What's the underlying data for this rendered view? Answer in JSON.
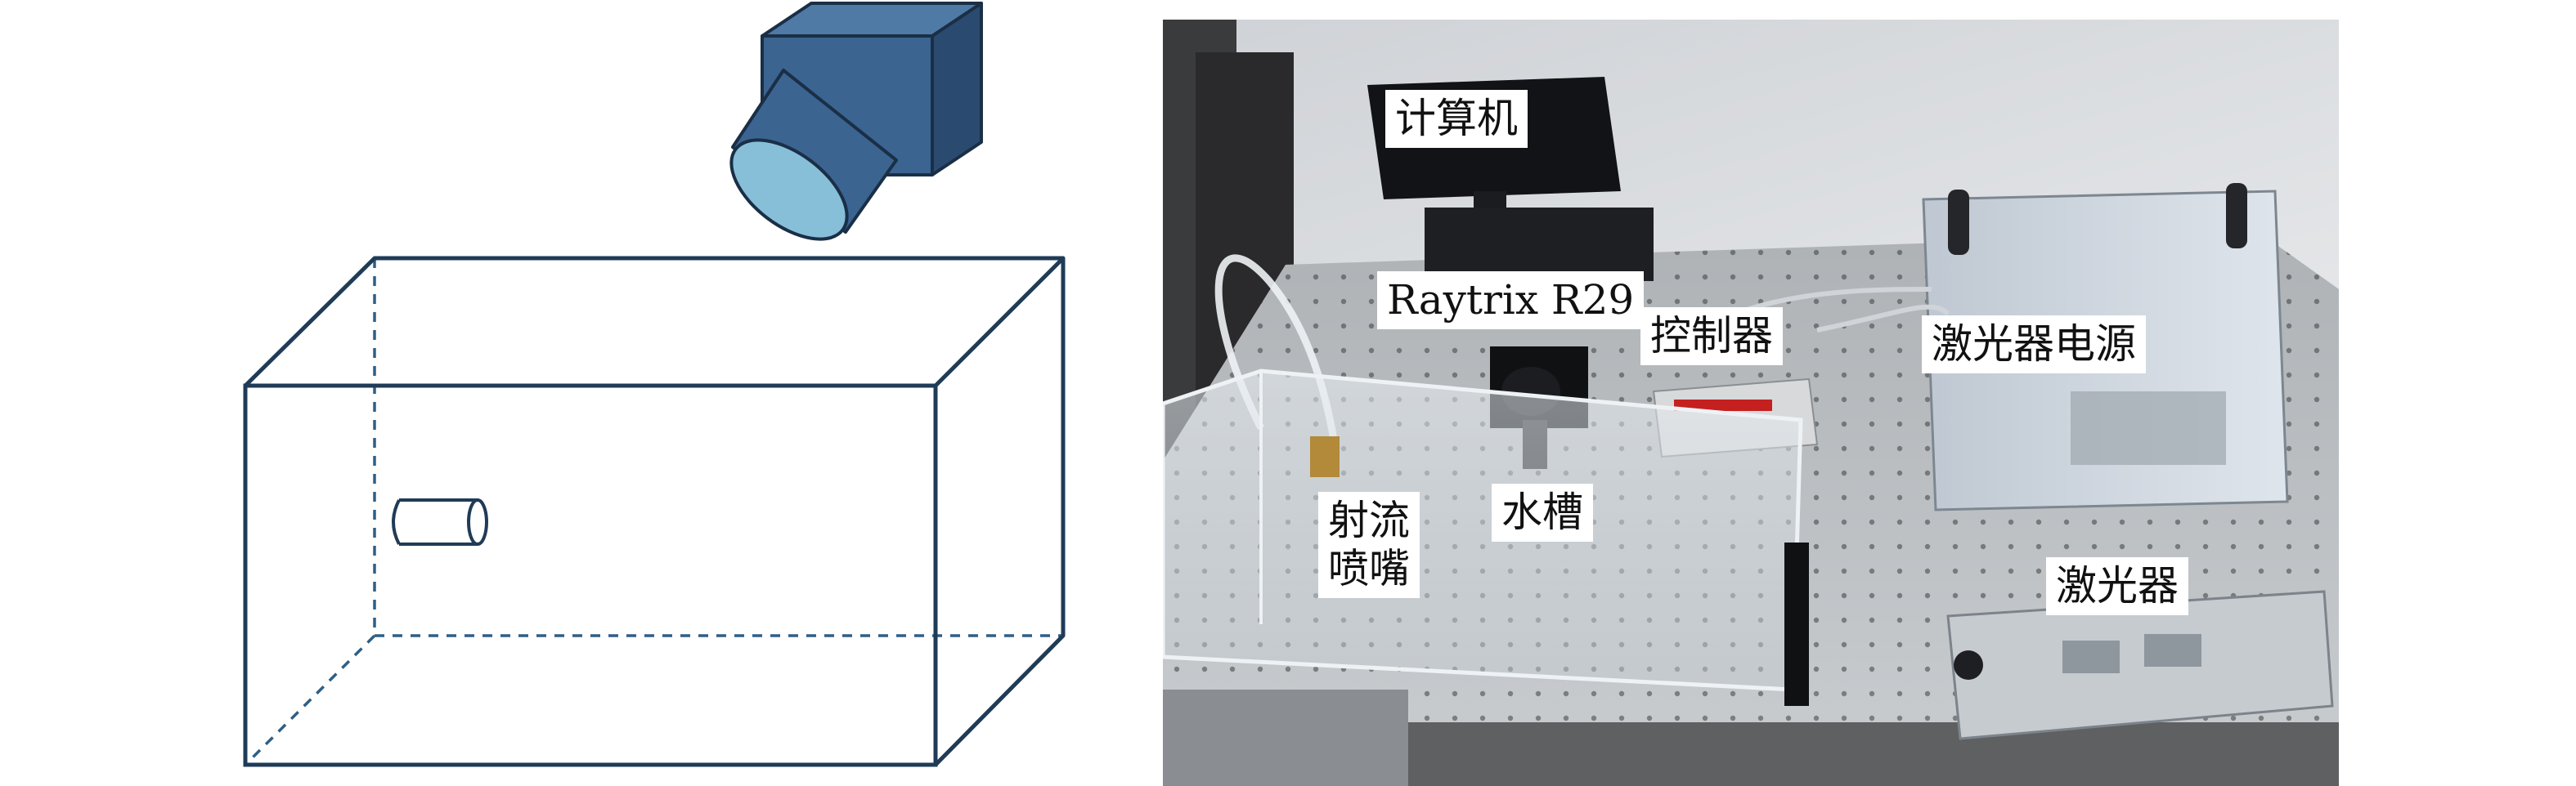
{
  "labels": {
    "computer": "计算机",
    "camera": "Raytrix R29",
    "controller": "控制器",
    "laser_power": "激光器电源",
    "jet_nozzle": "射流\n喷嘴",
    "water_tank": "水槽",
    "laser": "激光器"
  },
  "colors": {
    "camera_front": "#3b6491",
    "camera_top": "#4f7aa6",
    "camera_side": "#2b4a6f",
    "lens_face": "#87bfd9",
    "tank_line": "#1f3b57",
    "tank_dash": "#2e5f86"
  }
}
